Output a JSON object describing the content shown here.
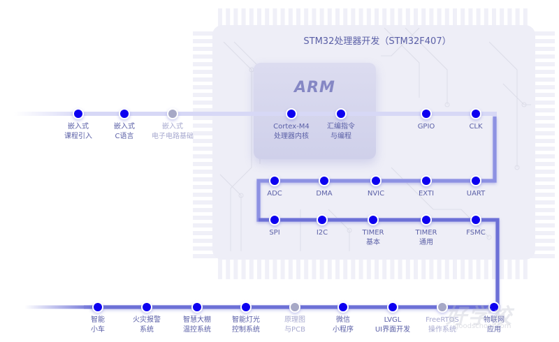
{
  "title": "STM32处理器开发（STM32F407）",
  "arm_label": "ARM",
  "colors": {
    "node_active": "#0a00f0",
    "node_inactive": "#a6a8c6",
    "track": "#6c70d6",
    "track_light": "#d7d8f6",
    "label": "#5a5fa6",
    "label_dim": "#a7a9cf",
    "chip_fill": "#eeeef7"
  },
  "rows": [
    {
      "id": "row-intro",
      "nodes": [
        {
          "lines": [
            "嵌入式",
            "课程引入"
          ],
          "active": true
        },
        {
          "lines": [
            "嵌入式",
            "C语言"
          ],
          "active": true
        },
        {
          "lines": [
            "嵌入式",
            "电子电路基础"
          ],
          "active": false
        },
        {
          "lines": [
            "Cortex-M4",
            "处理器内核"
          ],
          "active": true
        },
        {
          "lines": [
            "汇编指令",
            "与编程"
          ],
          "active": true
        },
        {
          "lines": [
            "GPIO"
          ],
          "active": true
        },
        {
          "lines": [
            "CLK"
          ],
          "active": true
        }
      ]
    },
    {
      "id": "row-peripherals-1",
      "nodes": [
        {
          "lines": [
            "ADC"
          ],
          "active": true
        },
        {
          "lines": [
            "DMA"
          ],
          "active": true
        },
        {
          "lines": [
            "NVIC"
          ],
          "active": true
        },
        {
          "lines": [
            "EXTI"
          ],
          "active": true
        },
        {
          "lines": [
            "UART"
          ],
          "active": true
        }
      ]
    },
    {
      "id": "row-peripherals-2",
      "nodes": [
        {
          "lines": [
            "SPI"
          ],
          "active": true
        },
        {
          "lines": [
            "I2C"
          ],
          "active": true
        },
        {
          "lines": [
            "TIMER",
            "基本"
          ],
          "active": true
        },
        {
          "lines": [
            "TIMER",
            "通用"
          ],
          "active": true
        },
        {
          "lines": [
            "FSMC"
          ],
          "active": true
        }
      ]
    },
    {
      "id": "row-projects",
      "nodes": [
        {
          "lines": [
            "智能",
            "小车"
          ],
          "active": true
        },
        {
          "lines": [
            "火灾报警",
            "系统"
          ],
          "active": true
        },
        {
          "lines": [
            "智慧大棚",
            "温控系统"
          ],
          "active": true
        },
        {
          "lines": [
            "智能灯光",
            "控制系统"
          ],
          "active": true
        },
        {
          "lines": [
            "原理图",
            "与PCB"
          ],
          "active": false
        },
        {
          "lines": [
            "微信",
            "小程序"
          ],
          "active": true
        },
        {
          "lines": [
            "LVGL",
            "UI界面开发"
          ],
          "active": true
        },
        {
          "lines": [
            "FreeRTOS",
            "操作系统"
          ],
          "active": false
        },
        {
          "lines": [
            "物联网",
            "应用"
          ],
          "active": true
        }
      ]
    }
  ],
  "watermark": {
    "text": "好学校",
    "sub": "goodschool.com"
  }
}
